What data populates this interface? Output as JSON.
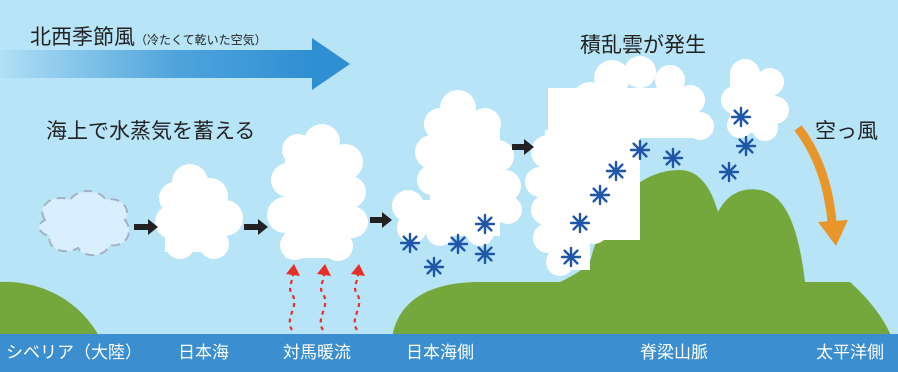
{
  "colors": {
    "sky": "#b7e4f7",
    "sea": "#3b8fd0",
    "mountain": "#75a83c",
    "cloud": "#ffffff",
    "snow": "#1f56a8",
    "arrow_black": "#222222",
    "current": "#e63027",
    "dry_wind": "#e8962a",
    "monsoon_arrow": "#2e8fd3"
  },
  "title": {
    "main": "北西季節風",
    "note": "（冷たくて乾いた空気）"
  },
  "annotations": {
    "vapor": "海上で水蒸気を蓄える",
    "cumulonimbus": "積乱雲が発生",
    "dry_wind": "空っ風"
  },
  "ground_labels": {
    "siberia": "シベリア（大陸）",
    "sea_of_japan": "日本海",
    "tsushima": "対馬暖流",
    "japan_sea_side": "日本海側",
    "spine_range": "脊梁山脈",
    "pacific_side": "太平洋側"
  },
  "icons": [
    "monsoon-arrow-icon",
    "cloud-icon",
    "snowflake-icon",
    "warm-current-icon",
    "wind-arrow-icon",
    "mountain-icon"
  ]
}
